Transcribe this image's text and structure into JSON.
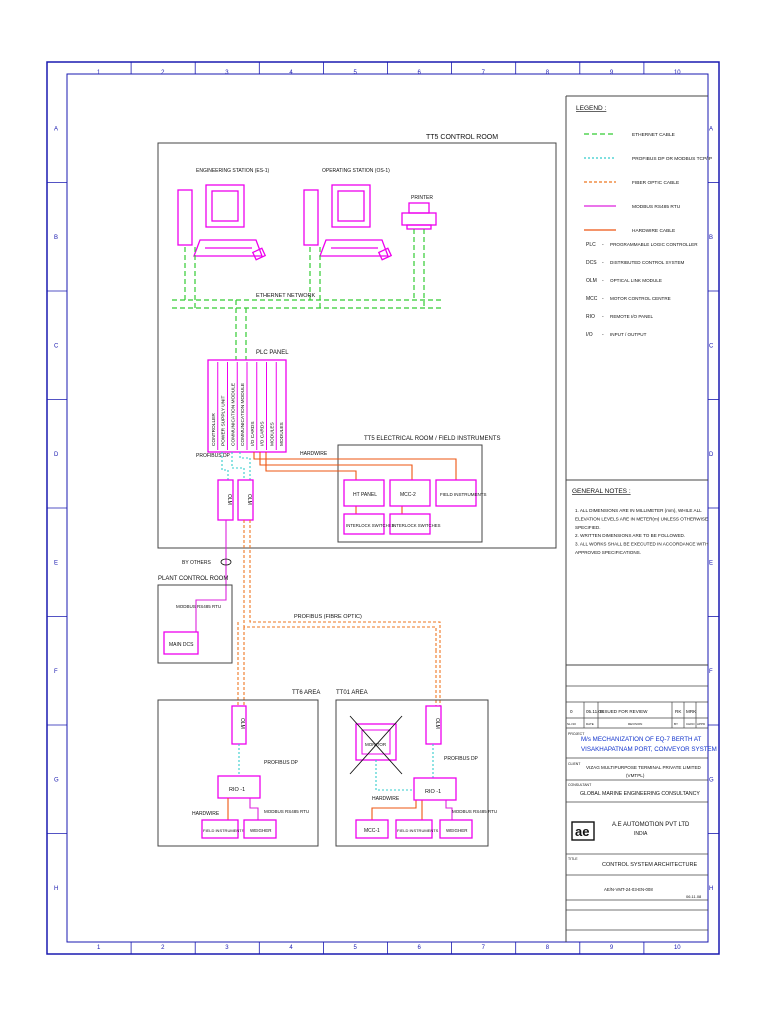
{
  "grid": {
    "cols": [
      "1",
      "2",
      "3",
      "4",
      "5",
      "6",
      "7",
      "8",
      "9",
      "10"
    ],
    "rows": [
      "A",
      "B",
      "C",
      "D",
      "E",
      "F",
      "G",
      "H"
    ]
  },
  "rooms": {
    "tt5_control": "TT5 CONTROL ROOM",
    "tt5_electrical": "TT5 ELECTRICAL ROOM / FIELD INSTRUMENTS",
    "plant_control": "PLANT CONTROL ROOM",
    "tt6_area": "TT6 AREA",
    "tt01_area": "TT01 AREA"
  },
  "devices": {
    "engineering_station": "ENGINEERING STATION (ES-1)",
    "operating_station": "OPERATING STATION (OS-1)",
    "printer": "PRINTER",
    "ethernet_network": "ETHERNET NETWORK",
    "plc_panel": "PLC PANEL",
    "plc_modules": [
      "CONTROLLER",
      "POWER SUPPLY UNIT",
      "COMMUNICATION MODULE",
      "COMMUNICATION MODULE",
      "I/O CARDS",
      "I/O CARDS",
      "MODULES",
      "MODULES"
    ],
    "profibus_dp": "PROFIBUS DP",
    "hardwire": "HARDWIRE",
    "olm": "OLM",
    "ht_panel": "HT PANEL",
    "mcc2": "MCC-2",
    "field_instruments": "FIELD INSTRUMENTS",
    "interlock_switches": "INTERLOCK SWITCHES",
    "by_others": "BY OTHERS",
    "modbus_rs485_rtu": "MODBUS RS485 RTU",
    "main_dcs": "MAIN DCS",
    "profibus_fibre": "PROFIBUS (FIBRE OPTIC)",
    "rio1": "RIO -1",
    "weigher": "WEIGHER",
    "monitor": "MONITOR",
    "mcc1": "MCC-1"
  },
  "legend": {
    "title": "LEGEND :",
    "lines": [
      {
        "label": "ETHERNET CABLE",
        "color": "#33cc33",
        "dash": "5,3"
      },
      {
        "label": "PROFIBUS DP OR MODBUS TCP/IP",
        "color": "#33cccc",
        "dash": "2,2"
      },
      {
        "label": "FIBER OPTIC CABLE",
        "color": "#ee7722",
        "dash": "3,2"
      },
      {
        "label": "MODBUS RS485 RTU",
        "color": "#dd22dd",
        "dash": ""
      },
      {
        "label": "HARDWIRE CABLE",
        "color": "#ee5511",
        "dash": ""
      }
    ],
    "abbr": [
      {
        "k": "PLC",
        "v": "PROGRAMMABLE LOGIC CONTROLLER"
      },
      {
        "k": "DCS",
        "v": "DISTRIBUTED CONTROL SYSTEM"
      },
      {
        "k": "OLM",
        "v": "OPTICAL LINK MODULE"
      },
      {
        "k": "MCC",
        "v": "MOTOR CONTROL CENTRE"
      },
      {
        "k": "RIO",
        "v": "REMOTE I/O PANEL"
      },
      {
        "k": "I/O",
        "v": "INPUT / OUTPUT"
      }
    ]
  },
  "notes": {
    "title": "GENERAL NOTES :",
    "items": [
      "1. ALL DIMENSIONS ARE IN MILLIMETER (mm), WHILE ALL",
      "   ELEVATION LEVELS ARE IN METER(m) UNLESS OTHERWISE",
      "   SPECIFIED.",
      "2. WRITTEN DIMENSIONS ARE TO BE FOLLOWED.",
      "3. ALL WORKS SHALL BE EXECUTED IN ACCORDANCE WITH",
      "   APPROVED SPECIFICATIONS."
    ]
  },
  "titleblock": {
    "rev_row": {
      "rev": "0",
      "date": "05.11.08",
      "desc": "ISSUED FOR REVIEW",
      "by": "RK",
      "chk": "MRK"
    },
    "rev_headers": [
      "SL.NO",
      "DATE",
      "REVISION",
      "BY",
      "CHKD",
      "APPD"
    ],
    "project_label": "PROJECT",
    "project": "M/s MECHANIZATION OF EQ-7 BERTH AT VISAKHAPATNAM PORT, CONVEYOR SYSTEM",
    "client_label": "CLIENT",
    "client": "VIZAG MULTIPURPOSE TERMINAL PRIVATE LIMITED (VMTPL)",
    "consultant_label": "CONSULTANT",
    "consultant": "GLOBAL MARINE ENGINEERING CONSULTANCY",
    "logo": "ae",
    "company": "A.E AUTOMOTION PVT LTD",
    "country": "INDIA",
    "title_label": "TITLE",
    "drawing_title": "CONTROL SYSTEM ARCHITECTURE",
    "drawing_no": "AE/N-VMT-24-03-EN-008",
    "date": "06.11.08"
  },
  "colors": {
    "border": "#1a1ab0",
    "box": "#444444",
    "magenta": "#ee00ee",
    "ethernet": "#33cc33",
    "profibus": "#33cccc",
    "fibre": "#ee7722",
    "hardwire": "#ee5511",
    "text": "#111111",
    "blue": "#1133cc"
  }
}
